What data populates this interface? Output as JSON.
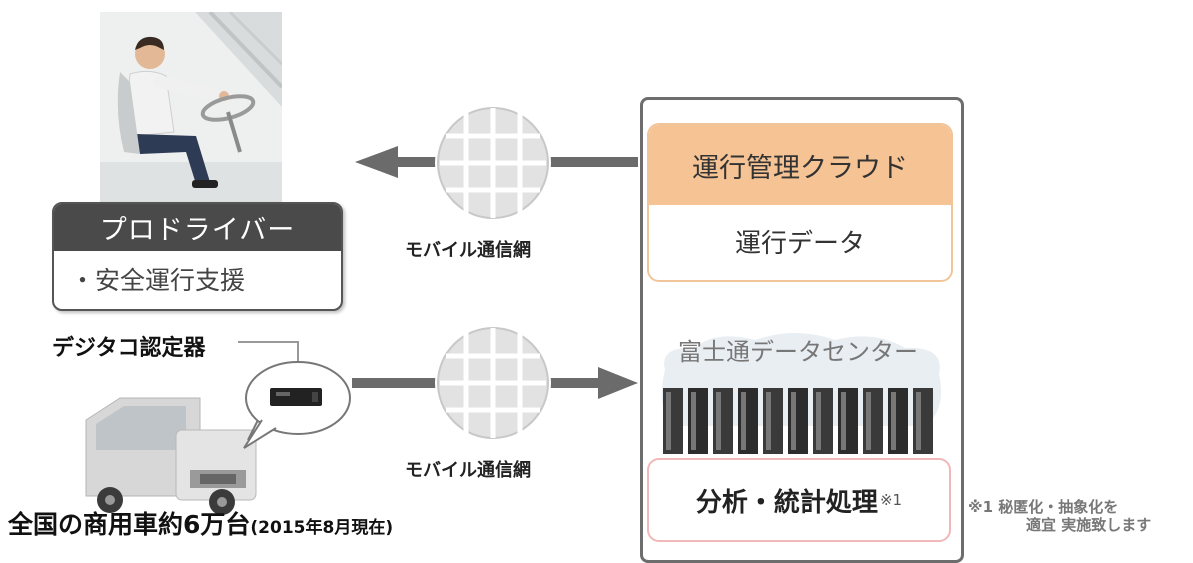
{
  "driver": {
    "title": "プロドライバー",
    "item": "・安全運行支援"
  },
  "device_label": "デジタコ認定器",
  "truck_label": {
    "main": "全国の商用車約6万台",
    "note": "(2015年8月現在)"
  },
  "network": {
    "top_label": "モバイル通信網",
    "bottom_label": "モバイル通信網"
  },
  "cloud": {
    "title": "運行管理クラウド",
    "data": "運行データ"
  },
  "datacenter": {
    "title": "富士通データセンター",
    "process": "分析・統計処理",
    "process_note": "※1"
  },
  "footnote": {
    "line1": "※1 秘匿化・抽象化を",
    "line2": "適宜 実施致します"
  },
  "colors": {
    "cloud_header": "#f6c395",
    "driver_header": "#4a4a4a",
    "panel_border": "#6d6d6d",
    "arrow": "#6b6b6b"
  }
}
